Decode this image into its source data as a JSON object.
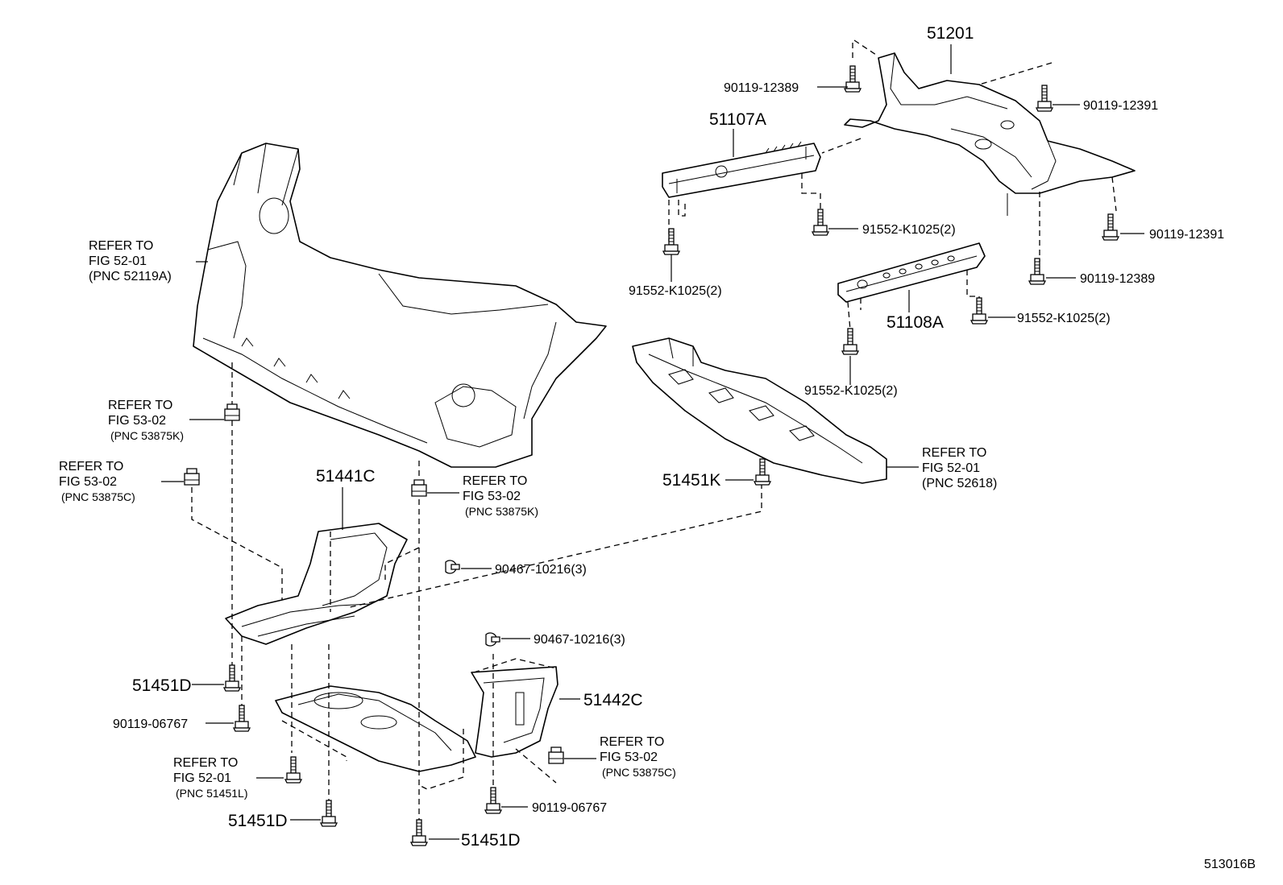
{
  "diagram": {
    "figure_number": "513016B",
    "labels": [
      {
        "id": "p51201",
        "text": "51201"
      },
      {
        "id": "p51107a",
        "text": "51107A"
      },
      {
        "id": "p90119_12389_top",
        "text": "90119-12389"
      },
      {
        "id": "p90119_12391_top",
        "text": "90119-12391"
      },
      {
        "id": "p90119_12391_right",
        "text": "90119-12391"
      },
      {
        "id": "p90119_12389_right",
        "text": "90119-12389"
      },
      {
        "id": "p91552_mid",
        "text": "91552-K1025(2)"
      },
      {
        "id": "p91552_left",
        "text": "91552-K1025(2)"
      },
      {
        "id": "p51108a",
        "text": "51108A"
      },
      {
        "id": "p91552_r2",
        "text": "91552-K1025(2)"
      },
      {
        "id": "p91552_low",
        "text": "91552-K1025(2)"
      },
      {
        "id": "p51451k",
        "text": "51451K"
      },
      {
        "id": "p51441c",
        "text": "51441C"
      },
      {
        "id": "p90467_a",
        "text": "90467-10216(3)"
      },
      {
        "id": "p90467_b",
        "text": "90467-10216(3)"
      },
      {
        "id": "p51442c",
        "text": "51442C"
      },
      {
        "id": "p51451d_a",
        "text": "51451D"
      },
      {
        "id": "p90119_06767_a",
        "text": "90119-06767"
      },
      {
        "id": "p51451d_b",
        "text": "51451D"
      },
      {
        "id": "p51451d_c",
        "text": "51451D"
      },
      {
        "id": "p90119_06767_b",
        "text": "90119-06767"
      }
    ],
    "references": [
      {
        "id": "r1",
        "line1": "REFER TO",
        "line2": "FIG 52-01",
        "line3": "(PNC 52119A)"
      },
      {
        "id": "r2",
        "line1": "REFER TO",
        "line2": "FIG 53-02",
        "line3": "(PNC 53875K)"
      },
      {
        "id": "r3",
        "line1": "REFER TO",
        "line2": "FIG 53-02",
        "line3": "(PNC 53875C)"
      },
      {
        "id": "r4",
        "line1": "REFER TO",
        "line2": "FIG 53-02",
        "line3": "(PNC 53875K)"
      },
      {
        "id": "r5",
        "line1": "REFER TO",
        "line2": "FIG 52-01",
        "line3": "(PNC 52618)"
      },
      {
        "id": "r6",
        "line1": "REFER TO",
        "line2": "FIG 53-02",
        "line3": "(PNC 53875C)"
      },
      {
        "id": "r7",
        "line1": "REFER TO",
        "line2": "FIG 52-01",
        "line3": "(PNC 51451L)"
      }
    ]
  }
}
